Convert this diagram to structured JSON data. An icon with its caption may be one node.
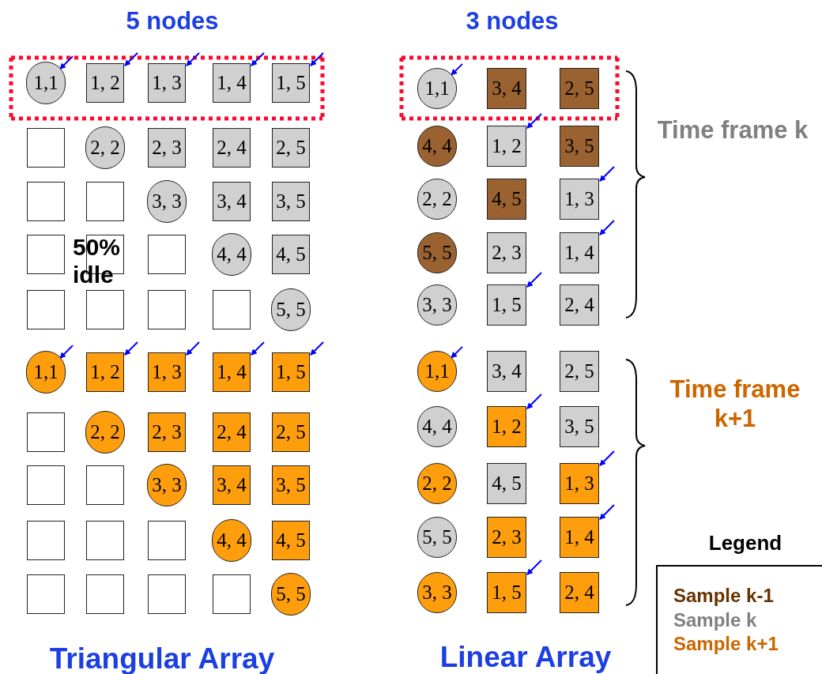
{
  "diagram": {
    "nodes": [
      {
        "text": [
          "1,1"
        ]
      },
      {
        "text": [
          "1, 2"
        ]
      },
      {
        "text": [
          "1, 3"
        ]
      },
      {
        "text": [
          "1, 4"
        ]
      },
      {
        "text": [
          "1, 5"
        ]
      },
      {
        "text": [],
        "shape": "box"
      },
      {
        "text": [
          "2, 2"
        ]
      },
      {
        "text": [
          "2, 3"
        ]
      },
      {
        "text": [
          "2, 4"
        ]
      },
      {
        "text": [
          "2, 5"
        ]
      },
      {
        "text": [],
        "shape": "box"
      },
      {
        "text": [],
        "shape": "box"
      },
      {
        "text": [
          "3, 3"
        ]
      },
      {
        "text": [
          "3, 4"
        ]
      },
      {
        "text": [
          "3, 5"
        ]
      },
      {
        "text": [],
        "shape": "box"
      },
      {
        "text": [],
        "shape": "box"
      },
      {
        "text": [],
        "shape": "box"
      },
      {
        "text": [
          "4, 4"
        ]
      },
      {
        "text": [
          "4, 5"
        ]
      },
      {
        "text": [],
        "shape": "box"
      },
      {
        "text": [],
        "shape": "box"
      },
      {
        "text": [],
        "shape": "box"
      },
      {
        "text": [],
        "shape": "box"
      },
      {
        "text": [
          "5, 5"
        ]
      },
      {
        "text": [
          "1,1"
        ]
      },
      {
        "text": [
          "1, 2"
        ]
      },
      {
        "text": [
          "1, 3"
        ]
      },
      {
        "text": [
          "1, 4"
        ]
      },
      {
        "text": [
          "1, 5"
        ]
      },
      {
        "text": [],
        "shape": "box"
      },
      {
        "text": [
          "2, 2"
        ]
      },
      {
        "text": [
          "2, 3"
        ]
      },
      {
        "text": [
          "2, 4"
        ]
      },
      {
        "text": [
          "2, 5"
        ]
      },
      {
        "text": [],
        "shape": "box"
      },
      {
        "text": [],
        "shape": "box"
      },
      {
        "text": [
          "3, 3"
        ]
      },
      {
        "text": [
          "3, 4"
        ]
      },
      {
        "text": [
          "3, 5"
        ]
      },
      {
        "text": [],
        "shape": "box"
      },
      {
        "text": [],
        "shape": "box"
      },
      {
        "text": [],
        "shape": "box"
      },
      {
        "text": [
          "4, 4"
        ]
      },
      {
        "text": [
          "4, 5"
        ]
      },
      {
        "text": [],
        "shape": "box"
      },
      {
        "text": [],
        "shape": "box"
      },
      {
        "text": [],
        "shape": "box"
      },
      {
        "text": [],
        "shape": "box"
      },
      {
        "text": [
          "5, 5"
        ]
      },
      {
        "text": [
          "1,1"
        ]
      },
      {
        "text": [
          "3, 4"
        ]
      },
      {
        "text": [
          "2, 5"
        ]
      },
      {
        "text": [
          "4, 4"
        ]
      },
      {
        "text": [
          "1, 2"
        ]
      },
      {
        "text": [
          "3, 5"
        ]
      },
      {
        "text": [
          "2, 2"
        ]
      },
      {
        "text": [
          "4, 5"
        ]
      },
      {
        "text": [
          "1, 3"
        ]
      },
      {
        "text": [
          "5, 5"
        ]
      },
      {
        "text": [
          "2, 3"
        ]
      },
      {
        "text": [
          "1, 4"
        ]
      },
      {
        "text": [
          "3, 3"
        ]
      },
      {
        "text": [
          "1, 5"
        ]
      },
      {
        "text": [
          "2, 4"
        ]
      },
      {
        "text": [
          "1,1"
        ]
      },
      {
        "text": [
          "3, 4"
        ]
      },
      {
        "text": [
          "2, 5"
        ]
      },
      {
        "text": [
          "4, 4"
        ]
      },
      {
        "text": [
          "1, 2"
        ]
      },
      {
        "text": [
          "3, 5"
        ]
      },
      {
        "text": [
          "2, 2"
        ]
      },
      {
        "text": [
          "4, 5"
        ]
      },
      {
        "text": [
          "1, 3"
        ]
      },
      {
        "text": [
          "5, 5"
        ]
      },
      {
        "text": [
          "2, 3"
        ]
      },
      {
        "text": [
          "1, 4"
        ]
      },
      {
        "text": [
          "3, 3"
        ]
      },
      {
        "text": [
          "1, 5"
        ]
      },
      {
        "text": [
          "2, 4"
        ]
      }
    ],
    "edges": [
      {
        "from": null,
        "to": 0,
        "arrow": "to"
      },
      {
        "from": null,
        "to": 1,
        "arrow": "to"
      },
      {
        "from": null,
        "to": 2,
        "arrow": "to"
      },
      {
        "from": null,
        "to": 3,
        "arrow": "to"
      },
      {
        "from": null,
        "to": 4,
        "arrow": "to"
      },
      {
        "from": null,
        "to": 25,
        "arrow": "to"
      },
      {
        "from": null,
        "to": 26,
        "arrow": "to"
      },
      {
        "from": null,
        "to": 27,
        "arrow": "to"
      },
      {
        "from": null,
        "to": 28,
        "arrow": "to"
      },
      {
        "from": null,
        "to": 29,
        "arrow": "to"
      },
      {
        "from": null,
        "to": 50,
        "arrow": "to"
      },
      {
        "from": null,
        "to": 54,
        "arrow": "to"
      },
      {
        "from": null,
        "to": 58,
        "arrow": "to"
      },
      {
        "from": null,
        "to": 61,
        "arrow": "to"
      },
      {
        "from": null,
        "to": 63,
        "arrow": "to"
      },
      {
        "from": null,
        "to": 65,
        "arrow": "to"
      },
      {
        "from": null,
        "to": 69,
        "arrow": "to"
      },
      {
        "from": null,
        "to": 73,
        "arrow": "to"
      },
      {
        "from": null,
        "to": 76,
        "arrow": "to"
      },
      {
        "from": null,
        "to": 78,
        "arrow": "to"
      }
    ],
    "labels": [
      "5 nodes",
      "3 nodes",
      "Time frame k",
      "50% idle",
      "Time frame k+1",
      "Legend",
      "Triangular Array",
      "Linear Array"
    ],
    "legend": [
      {
        "text": "Sample k-1",
        "color": "#663300"
      },
      {
        "text": "Sample k",
        "color": "#808080"
      },
      {
        "text": "Sample k+1",
        "color": "#cc6600"
      }
    ]
  }
}
